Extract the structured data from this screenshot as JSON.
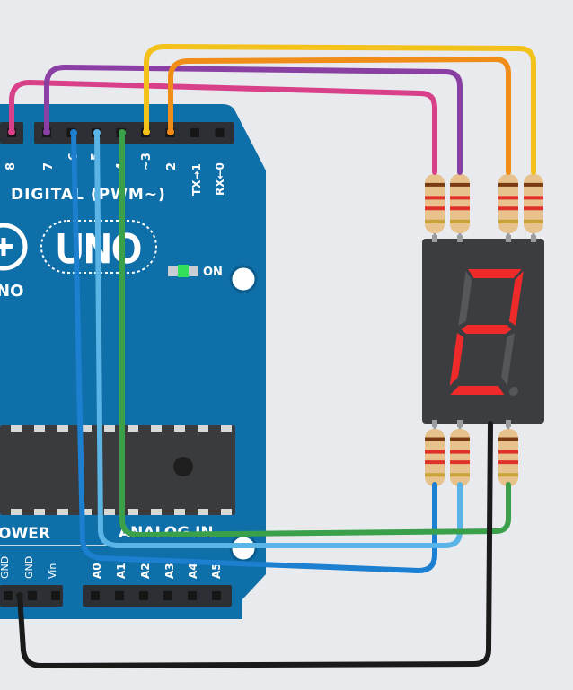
{
  "board": {
    "digital_label": "DIGITAL (PWM~)",
    "pin_labels_top": [
      "8",
      "7",
      "~6",
      "~5",
      "4",
      "~3",
      "2",
      "TX→1",
      "RX←0"
    ],
    "logo_text": "UNO",
    "sub_logo_text": "NO",
    "on_led_label": "ON",
    "power_label": "OWER",
    "analog_label": "ANALOG IN",
    "power_pins": [
      "GND",
      "GND",
      "Vin"
    ],
    "analog_pins": [
      "A0",
      "A1",
      "A2",
      "A3",
      "A4",
      "A5"
    ]
  },
  "display": {
    "digit": "2"
  },
  "colors": {
    "board": "#0f6fa8",
    "board_dark": "#0b5d90",
    "header": "#2c2f33",
    "pin": "#161616",
    "segment_on": "#ee2a2a",
    "segment_off": "#555759",
    "display_body": "#3b3d40",
    "wire_pink": "#d8408a",
    "wire_purple": "#8a3fa2",
    "wire_orange": "#f08c18",
    "wire_yellow": "#f2c21a",
    "wire_blue": "#1c7fd0",
    "wire_lightblue": "#5ab5e6",
    "wire_green": "#3aa14a",
    "wire_black": "#1a1a1a",
    "led_green": "#33e05a"
  }
}
